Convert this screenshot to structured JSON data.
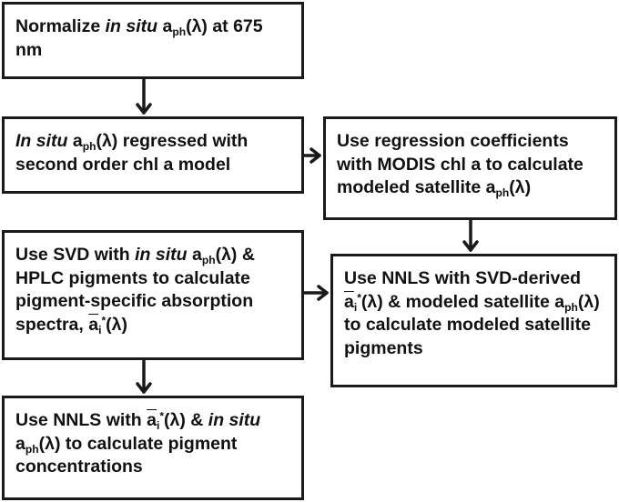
{
  "boxes": {
    "normalize": {
      "t1": "Normalize ",
      "t2": "in situ",
      "t3": " a",
      "sub1": "ph",
      "t4": "(λ)  at 675 nm"
    },
    "regress": {
      "t1": "In situ",
      "t2": " a",
      "sub1": "ph",
      "t3": "(λ) regressed with second order chl a model"
    },
    "coefficients": {
      "t1": "Use regression coefficients with MODIS chl a to calculate modeled satellite a",
      "sub1": "ph",
      "t2": "(λ)"
    },
    "svd": {
      "t1": "Use SVD with ",
      "t2": "in situ",
      "t3": " a",
      "sub1": "ph",
      "t4": "(λ) & HPLC pigments to calculate pigment-specific absorption spectra, ",
      "abar": "a",
      "sub2": "i",
      "sup1": "*",
      "t5": "(λ)"
    },
    "nnls_satellite": {
      "t1": "Use NNLS with SVD-derived ",
      "abar": "a",
      "sub1": "i",
      "sup1": "*",
      "t2": "(λ) & modeled satellite a",
      "sub2": "ph",
      "t3": "(λ) to calculate modeled satellite pigments"
    },
    "nnls_insitu": {
      "t1": "Use NNLS with ",
      "abar": "a",
      "sub1": "i",
      "sup1": "*",
      "t2": "(λ) & ",
      "t3": "in situ",
      "t4": " a",
      "sub2": "ph",
      "t5": "(λ)  to calculate pigment concentrations"
    }
  },
  "colors": {
    "border": "#1a1a1a",
    "text": "#111111",
    "background": "#ffffff"
  }
}
